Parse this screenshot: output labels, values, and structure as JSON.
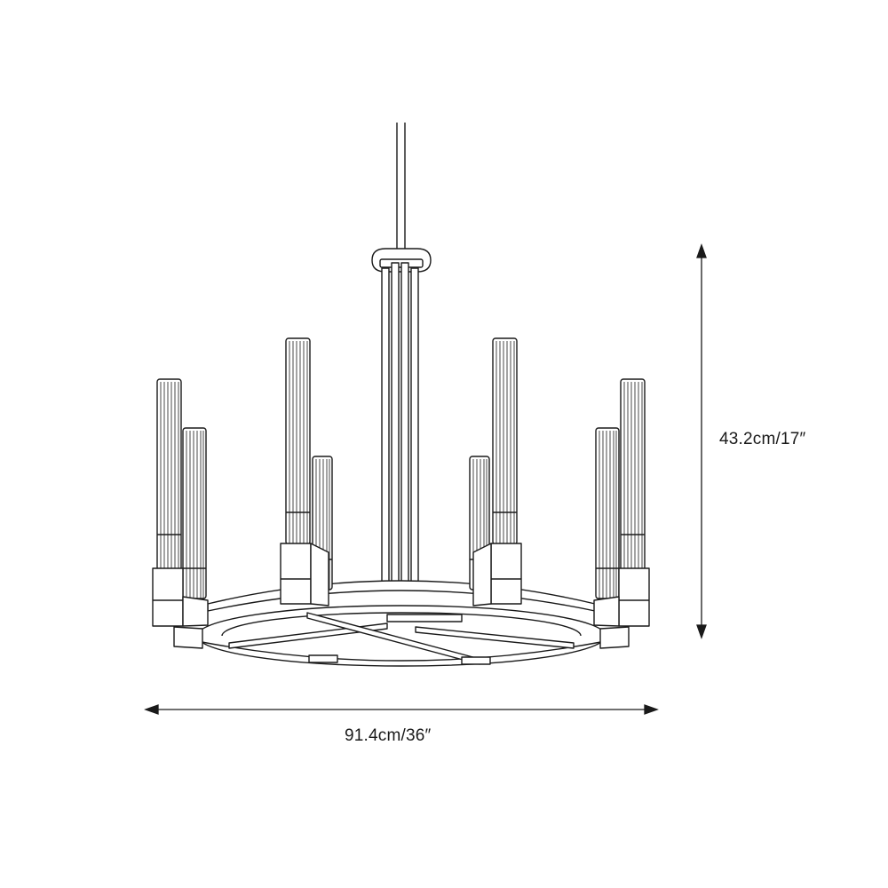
{
  "dimensions": {
    "height": "43.2cm/17″",
    "width": "91.4cm/36″"
  },
  "colors": {
    "line": "#1a1a1a",
    "background": "#ffffff"
  },
  "illustration": {
    "candle_count": 8
  }
}
